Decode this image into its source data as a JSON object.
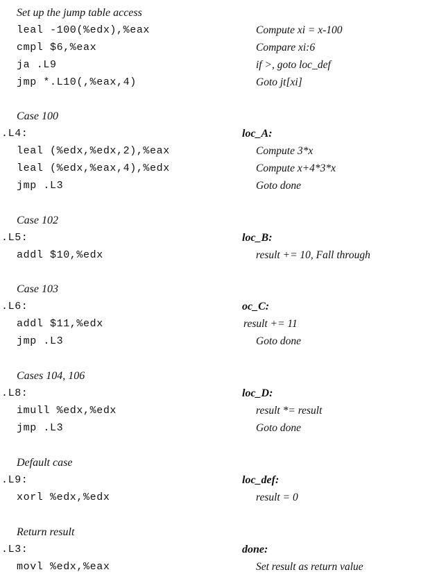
{
  "sections": [
    {
      "heading": "Set up the jump table access",
      "code": [
        "leal -100(%edx),%eax",
        "cmpl $6,%eax",
        "ja .L9",
        "jmp *.L10(,%eax,4)"
      ],
      "comments": [
        "Compute xi = x-100",
        "Compare xi:6",
        "if >, goto loc_def",
        "Goto jt[xi]"
      ]
    },
    {
      "heading": "Case 100",
      "asm_label": ".L4:",
      "c_label": "loc_A:",
      "code": [
        "leal (%edx,%edx,2),%eax",
        "leal (%edx,%eax,4),%edx",
        "jmp .L3"
      ],
      "comments": [
        "Compute 3*x",
        "Compute x+4*3*x",
        "Goto done"
      ]
    },
    {
      "heading": "Case 102",
      "asm_label": ".L5:",
      "c_label": "loc_B:",
      "code": [
        "addl $10,%edx"
      ],
      "comments": [
        "result += 10, Fall through"
      ]
    },
    {
      "heading": "Case 103",
      "asm_label": ".L6:",
      "c_label": "oc_C:",
      "code": [
        "addl $11,%edx",
        "jmp .L3"
      ],
      "comments": [
        "result += 11",
        "Goto done"
      ]
    },
    {
      "heading": "Cases 104, 106",
      "asm_label": ".L8:",
      "c_label": "loc_D:",
      "code": [
        "imull %edx,%edx",
        "jmp .L3"
      ],
      "comments": [
        "result *= result",
        "Goto done"
      ]
    },
    {
      "heading": "Default case",
      "asm_label": ".L9:",
      "c_label": "loc_def:",
      "code": [
        "xorl %edx,%edx"
      ],
      "comments": [
        "result = 0"
      ]
    },
    {
      "heading": "Return result",
      "asm_label": ".L3:",
      "c_label": "done:",
      "code": [
        "movl %edx,%eax"
      ],
      "comments": [
        "Set result as return value"
      ]
    }
  ]
}
